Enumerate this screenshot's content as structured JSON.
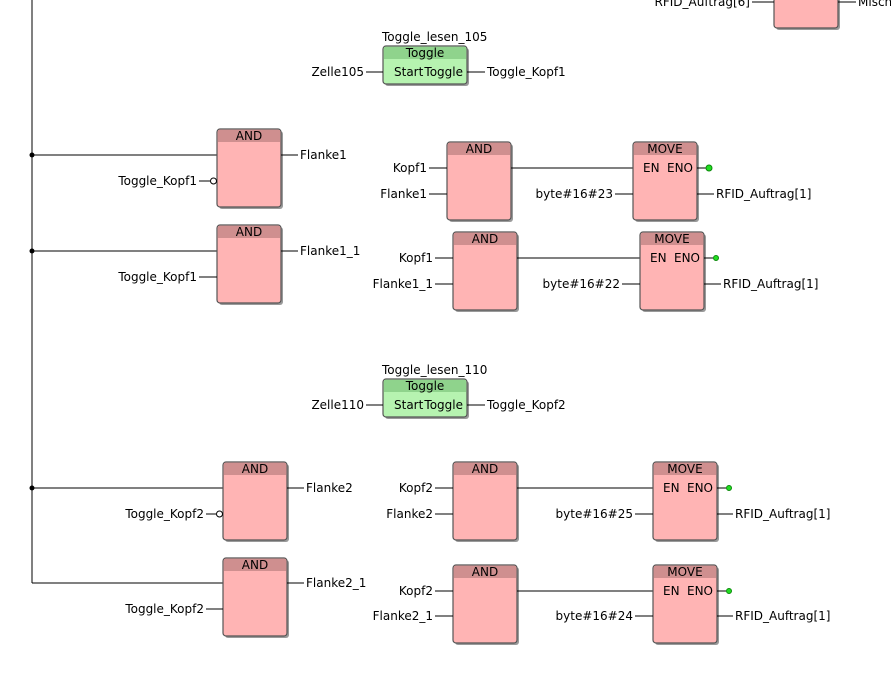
{
  "diagram": {
    "top_right": {
      "output_label": "RFID_Auftrag[6]",
      "next_label": "Mischu"
    },
    "toggles": [
      {
        "instance": "Toggle_lesen_105",
        "type": "Toggle",
        "pin_start": "Start",
        "pin_out": "Toggle",
        "input": "Zelle105",
        "output": "Toggle_Kopf1"
      },
      {
        "instance": "Toggle_lesen_110",
        "type": "Toggle",
        "pin_start": "Start",
        "pin_out": "Toggle",
        "input": "Zelle110",
        "output": "Toggle_Kopf2"
      }
    ],
    "left_ands": [
      {
        "title": "AND",
        "in2": "Toggle_Kopf1",
        "out": "Flanke1",
        "negated": true
      },
      {
        "title": "AND",
        "in2": "Toggle_Kopf1",
        "out": "Flanke1_1",
        "negated": false
      },
      {
        "title": "AND",
        "in2": "Toggle_Kopf2",
        "out": "Flanke2",
        "negated": true
      },
      {
        "title": "AND",
        "in2": "Toggle_Kopf2",
        "out": "Flanke2_1",
        "negated": false
      }
    ],
    "and_move_pairs": [
      {
        "and_title": "AND",
        "in1": "Kopf1",
        "in2": "Flanke1",
        "move_title": "MOVE",
        "en": "EN",
        "eno": "ENO",
        "value": "byte#16#23",
        "target": "RFID_Auftrag[1]"
      },
      {
        "and_title": "AND",
        "in1": "Kopf1",
        "in2": "Flanke1_1",
        "move_title": "MOVE",
        "en": "EN",
        "eno": "ENO",
        "value": "byte#16#22",
        "target": "RFID_Auftrag[1]"
      },
      {
        "and_title": "AND",
        "in1": "Kopf2",
        "in2": "Flanke2",
        "move_title": "MOVE",
        "en": "EN",
        "eno": "ENO",
        "value": "byte#16#25",
        "target": "RFID_Auftrag[1]"
      },
      {
        "and_title": "AND",
        "in1": "Kopf2",
        "in2": "Flanke2_1",
        "move_title": "MOVE",
        "en": "EN",
        "eno": "ENO",
        "value": "byte#16#24",
        "target": "RFID_Auftrag[1]"
      }
    ]
  },
  "colors": {
    "block_fill": "#ffb4b4",
    "block_header": "#cf8f8f",
    "toggle_fill": "#b6f3b0",
    "toggle_header": "#8fd38c",
    "eno_marker": "#22dd22"
  }
}
